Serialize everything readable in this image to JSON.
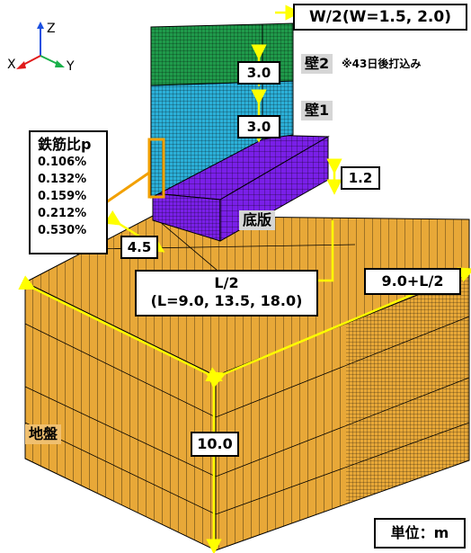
{
  "axes": {
    "x": "X",
    "y": "Y",
    "z": "Z"
  },
  "colors": {
    "ground": "#e8a838",
    "base_slab": "#7a1fe8",
    "wall1": "#2bb0d8",
    "wall2": "#1f9a4a",
    "dimension": "#ffff00",
    "rebar_highlight": "#f2a000"
  },
  "labels": {
    "wall_width": "W/2(W=1.5, 2.0)",
    "wall2_height": "3.0",
    "wall1_height": "3.0",
    "wall2": "壁2",
    "wall2_note": "※43日後打込み",
    "wall1": "壁1",
    "slab_thickness": "1.2",
    "base_slab": "底版",
    "offset": "4.5",
    "half_length_title": "L/2",
    "half_length_values": "(L=9.0, 13.5, 18.0)",
    "ground_depth_side": "9.0+L/2",
    "ground_height": "10.0",
    "ground": "地盤",
    "unit": "単位：m"
  },
  "rebar_ratio": {
    "title": "鉄筋比p",
    "values": [
      "0.106%",
      "0.132%",
      "0.159%",
      "0.212%",
      "0.530%"
    ]
  }
}
